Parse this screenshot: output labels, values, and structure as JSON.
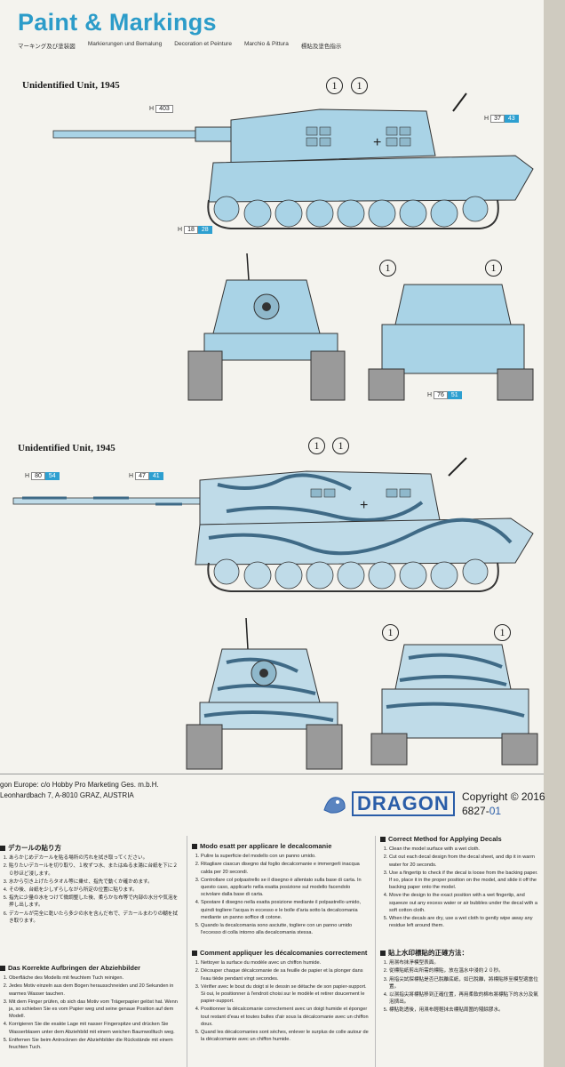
{
  "header": {
    "title": "Paint & Markings",
    "subtitles": [
      "マーキング及び塗装図",
      "Markierungen und Bemalung",
      "Decoration et Peinture",
      "Marchio & Pittura",
      "標貼及塗色指示"
    ]
  },
  "scheme1": {
    "unit_label": "Unidentified Unit, 1945",
    "callouts": [
      {
        "h": "H",
        "code": "403",
        "cyan": false
      },
      {
        "h": "H",
        "code": "37",
        "code2": "43"
      },
      {
        "h": "H",
        "code": "18",
        "code2": "28"
      },
      {
        "h": "H",
        "code": "76",
        "code2": "51"
      }
    ],
    "decals": [
      "1",
      "1",
      "1",
      "1"
    ]
  },
  "scheme2": {
    "unit_label": "Unidentified Unit, 1945",
    "callouts": [
      {
        "h": "H",
        "code": "80",
        "code2": "54"
      },
      {
        "h": "H",
        "code": "47",
        "code2": "41"
      }
    ],
    "decals": [
      "1",
      "1",
      "1",
      "1"
    ]
  },
  "footer": {
    "address_line1": "gon Europe: c/o Hobby Pro Marketing Ges. m.b.H.",
    "address_line2": "Leonhardbach 7, A-8010 GRAZ, AUSTRIA",
    "logo": "DRAGON",
    "copyright": "Copyright © 2016",
    "code": "6827-",
    "code_suffix": "01"
  },
  "instructions": {
    "ja": {
      "title": "デカールの貼り方",
      "items": [
        "あらかじめデカールを貼る場所の汚れを拭き取ってください。",
        "貼りたいデカールを切り取り、１枚ずつ水、またはぬるま湯に台紙を下に２０秒ほど浸します。",
        "水から引き上げたらタオル等に乗せ、指先で動くか確かめます。",
        "その後、台紙を少しずらしながら所定の位置に貼ります。",
        "指先に少量の水をつけて微調整した後、柔らかな布等で内部の水分や気泡を押し出します。",
        "デカールが完全に乾いたら多少の水を含んだ布で、デカールまわりの糊を拭き取ります。"
      ]
    },
    "de": {
      "title": "Das Korrekte Aufbringen der Abziehbilder",
      "items": [
        "Oberfläche des Modells mit feuchtem Tuch reinigen.",
        "Jedes Motiv einzeln aus dem Bogen herausschneiden und 20 Sekunden in warmes Wasser tauchen.",
        "Mit dem Finger prüfen, ob sich das Motiv vom Trägerpapier gelöst hat. Wenn ja, so schieben Sie es vom Papier weg und seine genaue Position auf dem Modell.",
        "Korrigieren Sie die exakte Lage mit nasser Fingerspitze und drücken Sie Wasserblasen unter dem Abziehbild mit einem weichen Baumwolltuch weg.",
        "Entfernen Sie beim Antrocknen der Abziehbilder die Rückstände mit einem feuchten Tuch."
      ]
    },
    "it": {
      "title": "Modo esatt per applicare le decalcomanie",
      "items": [
        "Pulire la superficie del modello con un panno umido.",
        "Ritagliare ciascun disegno dal foglio decalcomanie e immergerli inacqua calda per 20 secondi.",
        "Controllare col polpastrello se il disegno è allentato sulla base di carta. In questo caso, applicarlo nella esatta posizione sul modello facendolo scivolare dalla base di carta.",
        "Spostare il disegno nella esatta posizione mediante il polpastrello umido, quindi togliere l'acqua in eccesso e le bolle d'aria sotto la decalcomania mediante un panno soffice di cotone.",
        "Quando la decalcomania sono asciutte, togliere con un panno umido l'eccesso di colla intorno alla decalcomania stessa."
      ]
    },
    "fr": {
      "title": "Comment appliquer les décalcomanies correctement",
      "items": [
        "Nettoyer la surface du modèle avec un chiffon humide.",
        "Découper chaque décalcomanie de sa feuille de papier et la plonger dans l'eau tiède pendant vingt secondes.",
        "Vérifier avec le bout du doigt si le dessin se détache de son papier-support. Si oui, le positionner à l'endroit choisi sur le modèle et retirer doucement le papier-support.",
        "Positionner la décalcomanie correctement avec un doigt humide et éponger tout restant d'eau et toutes bulles d'air sous la décalcomanie avec un chiffon doux.",
        "Quand les décalcomanies sont sèches, enlever le surplus de colle autour de la décalcomanie avec un chiffon humide."
      ]
    },
    "en": {
      "title": "Correct Method for Applying Decals",
      "items": [
        "Clean the model surface with a wet cloth.",
        "Cut out each decal design from the decal sheet, and dip it in warm water for 20 seconds.",
        "Use a fingertip to check if the decal is loose from the backing paper. If so, place it in the proper position on the model, and slide it off the backing paper onto the model.",
        "Move the design to the exact position with a wet fingertip, and squeeze out any excess water or air bubbles under the decal with a soft cotton cloth.",
        "When the decals are dry, use a wet cloth to gently wipe away any residue left around them."
      ]
    },
    "zh": {
      "title": "貼上水印標貼的正確方法：",
      "items": [
        "用濕布抹淨模型表面。",
        "從標貼紙剪出所需的標貼，放在溫水中浸約２０秒。",
        "用指尖試探標貼是否已脫離底紙，如已脫離，將標貼移至模型適當位置。",
        "以濕指尖將標貼移到正確位置，再用柔軟的棉布將標貼下的水分及氣泡擠出。",
        "標貼乾透後，用濕布輕輕抹去標貼周圍的殘餘膠水。"
      ]
    }
  }
}
